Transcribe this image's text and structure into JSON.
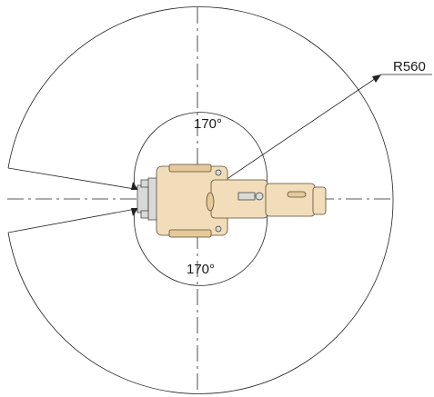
{
  "diagram": {
    "radius_label": "R560",
    "top_angle_label": "170°",
    "bottom_angle_label": "170°",
    "colors": {
      "robot_body": "#f1ddba",
      "robot_outline": "#5a4a32",
      "lines": "#222222"
    }
  }
}
